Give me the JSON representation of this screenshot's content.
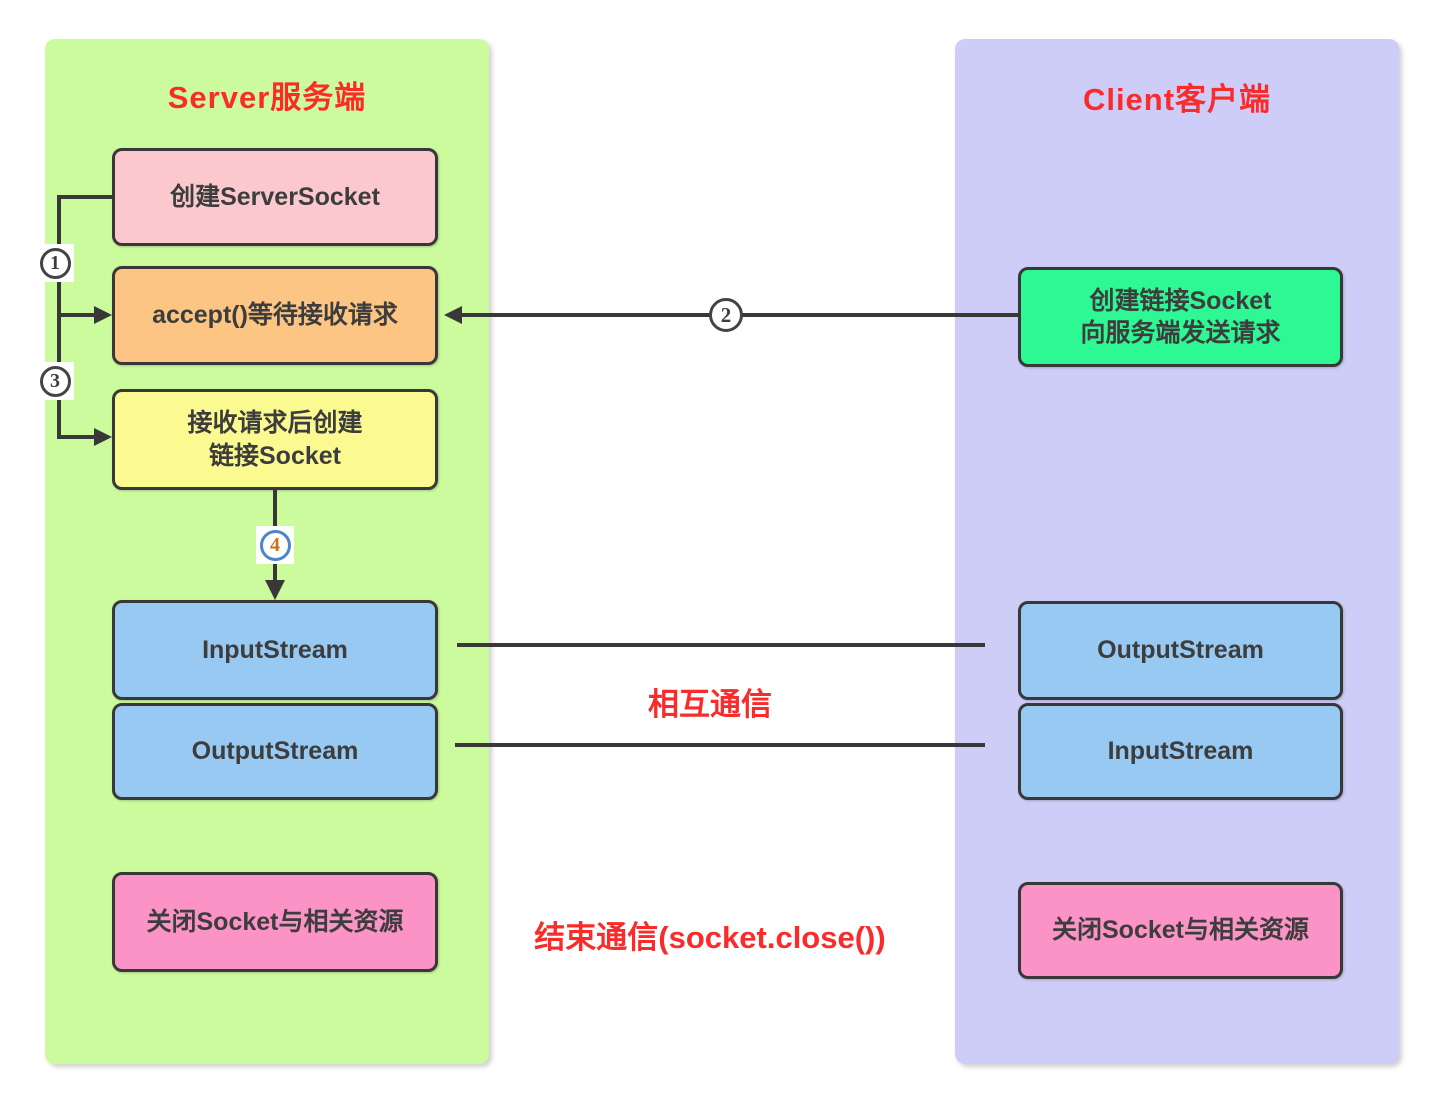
{
  "server": {
    "title": "Server服务端",
    "box_create": "创建ServerSocket",
    "box_accept": "accept()等待接收请求",
    "box_receive_l1": "接收请求后创建",
    "box_receive_l2": "链接Socket",
    "box_input": "InputStream",
    "box_output": "OutputStream",
    "box_close": "关闭Socket与相关资源"
  },
  "client": {
    "title": "Client客户端",
    "box_create_l1": "创建链接Socket",
    "box_create_l2": "向服务端发送请求",
    "box_output": "OutputStream",
    "box_input": "InputStream",
    "box_close": "关闭Socket与相关资源"
  },
  "labels": {
    "mutual": "相互通信",
    "end": "结束通信(socket.close())"
  },
  "steps": {
    "s1": "1",
    "s2": "2",
    "s3": "3",
    "s4": "4"
  },
  "colors": {
    "server_panel_bg": "#ccfb9d",
    "client_panel_bg": "#cdcdf7",
    "box_border": "#383838",
    "pink_box": "#fbc9cd",
    "orange_box": "#fcc583",
    "yellow_box": "#fbfa90",
    "blue_box": "#97c9f3",
    "green_box": "#2ef893",
    "magenta_box": "#fb93c7",
    "red_text": "#fa2b2b",
    "step4_ring": "#4a86c8",
    "step4_digit": "#cf6e1e"
  }
}
